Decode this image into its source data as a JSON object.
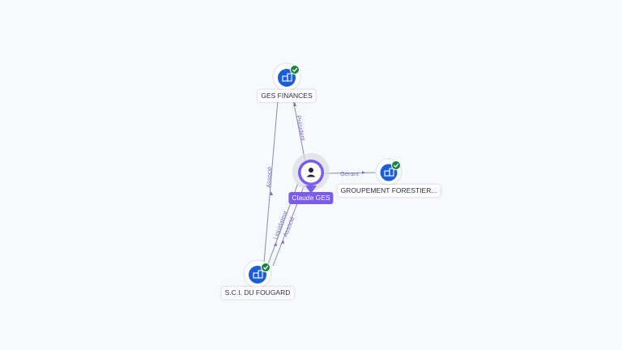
{
  "colors": {
    "person_accent": "#7b5cf0",
    "company_icon": "#1a5fd6",
    "verified_badge": "#17853f",
    "edge": "#8a8ca3",
    "edge_label": "#7a6fc9"
  },
  "person": {
    "label": "Claude GES",
    "icon": "person-icon"
  },
  "companies": [
    {
      "id": "ges-finances",
      "label": "GES FINANCES",
      "icon": "building-icon",
      "verified": true
    },
    {
      "id": "groupement-forestier",
      "label": "GROUPEMENT FORESTIER...",
      "icon": "building-icon",
      "verified": true
    },
    {
      "id": "sci-du-fougard",
      "label": "S.C.I. DU FOUGARD",
      "icon": "building-icon",
      "verified": true
    }
  ],
  "relations": [
    {
      "from": "person",
      "to": "ges-finances",
      "label": "Président"
    },
    {
      "from": "person",
      "to": "groupement-forestier",
      "label": "Gérant"
    },
    {
      "from": "person",
      "to": "sci-du-fougard",
      "label": "Liquidateur"
    },
    {
      "from": "person",
      "to": "sci-du-fougard",
      "label": "Associé"
    },
    {
      "from": "sci-du-fougard",
      "to": "ges-finances",
      "label": "Associé"
    }
  ]
}
